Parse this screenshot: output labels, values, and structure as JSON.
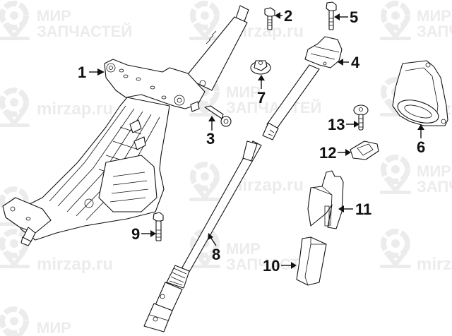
{
  "diagram": {
    "title": "Steering Column Assembly",
    "watermark": {
      "brand_line1": "МИР",
      "brand_line2": "ЗАПЧАСТЕЙ",
      "site": "mirzap.ru",
      "color": "#ececec"
    },
    "callouts": [
      {
        "id": "1",
        "label": "1",
        "part": "steering-column-assembly"
      },
      {
        "id": "2",
        "label": "2",
        "part": "bolt"
      },
      {
        "id": "3",
        "label": "3",
        "part": "stud-bolt"
      },
      {
        "id": "4",
        "label": "4",
        "part": "universal-joint"
      },
      {
        "id": "5",
        "label": "5",
        "part": "bolt"
      },
      {
        "id": "6",
        "label": "6",
        "part": "boot-seal"
      },
      {
        "id": "7",
        "label": "7",
        "part": "flange-nut"
      },
      {
        "id": "8",
        "label": "8",
        "part": "intermediate-shaft"
      },
      {
        "id": "9",
        "label": "9",
        "part": "bolt"
      },
      {
        "id": "10",
        "label": "10",
        "part": "cover"
      },
      {
        "id": "11",
        "label": "11",
        "part": "cover"
      },
      {
        "id": "12",
        "label": "12",
        "part": "clip"
      },
      {
        "id": "13",
        "label": "13",
        "part": "screw"
      }
    ]
  }
}
